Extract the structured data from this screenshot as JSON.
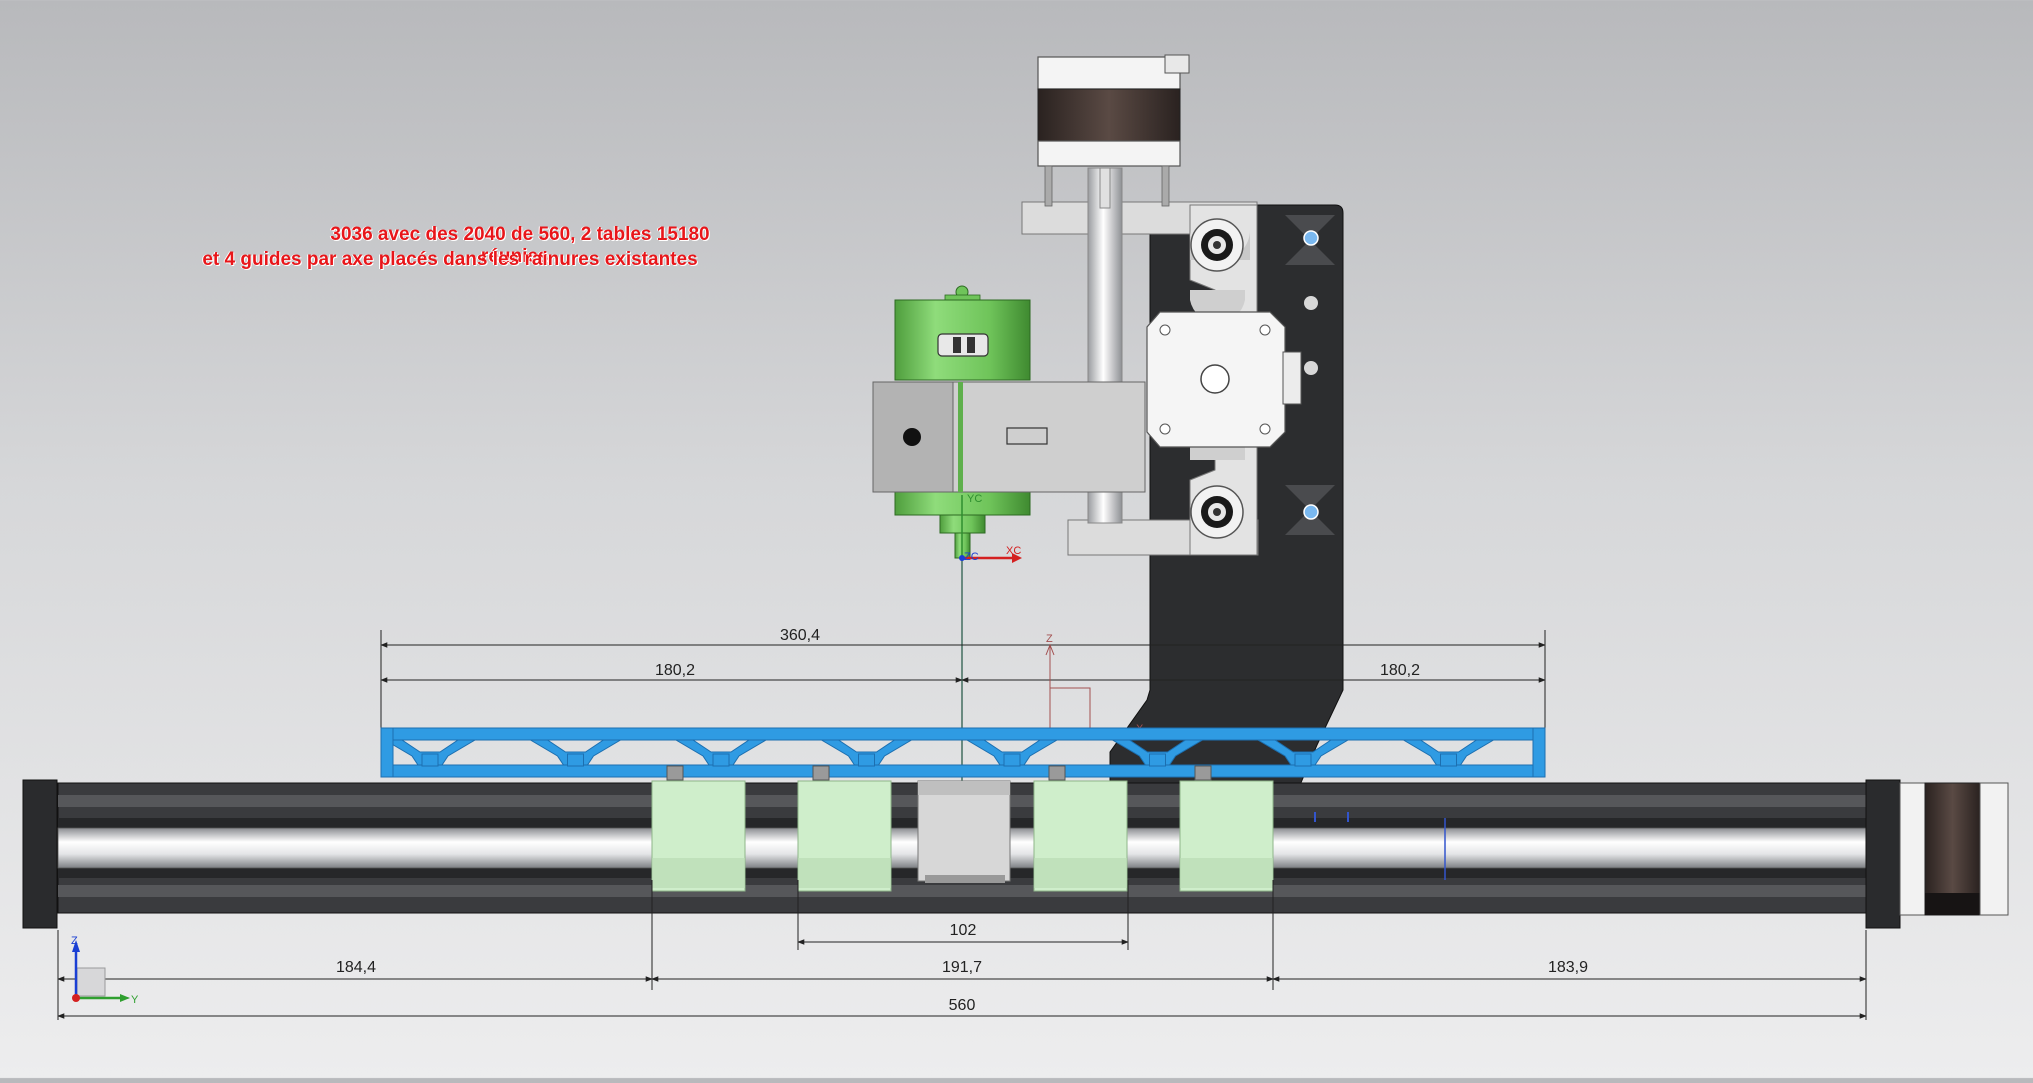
{
  "annotation": {
    "line1": "3036 avec des 2040 de 560, 2 tables 15180 réunies ,",
    "line2": "et 4 guides par axe placés dans les rainures existantes"
  },
  "dimensions": {
    "table_total": "360,4",
    "table_left_half": "180,2",
    "table_right_half": "180,2",
    "carriage_spacing": "102",
    "rail_left": "184,4",
    "rail_middle": "191,7",
    "rail_right": "183,9",
    "rail_total": "560"
  },
  "axis_labels": {
    "tool_yc": "YC",
    "tool_zc": "ZC",
    "tool_xc": "XC",
    "table_z": "Z",
    "table_x": "X",
    "triad_z": "Z",
    "triad_y": "Y"
  },
  "colors": {
    "annotation": "#e8161a",
    "aluminium_profile": "#2f9be3",
    "spindle": "#6fc45a",
    "carriage": "#cfeecb",
    "plate": "#2c2d2f",
    "motor_body": "#4a3d38"
  }
}
